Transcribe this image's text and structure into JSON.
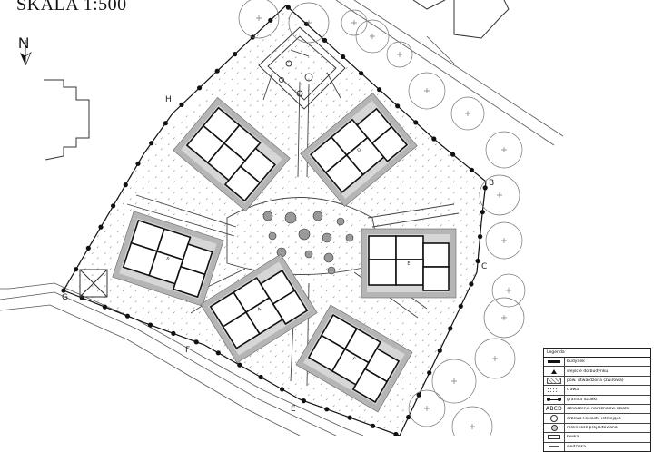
{
  "header": {
    "scale_label": "SKALA 1:500",
    "north_label": "N"
  },
  "site": {
    "buildings": [
      {
        "label": "",
        "angle": 40
      },
      {
        "label": "D",
        "angle": -40
      },
      {
        "label": "B",
        "angle": 18
      },
      {
        "label": "E",
        "angle": 0
      },
      {
        "label": "A",
        "angle": -32
      },
      {
        "label": "F",
        "angle": 30
      }
    ],
    "corner_labels": [
      "H",
      "G",
      "F",
      "E",
      "B",
      "C"
    ]
  },
  "legend": {
    "title": "Legenda",
    "items": [
      {
        "symbol": "bar",
        "label": "budynek"
      },
      {
        "symbol": "triangle",
        "label": "wejście do budynku"
      },
      {
        "symbol": "hatch",
        "label": "pow. utwardzona (żwirowa)"
      },
      {
        "symbol": "dots",
        "label": "trawa"
      },
      {
        "symbol": "line",
        "label": "granica działki"
      },
      {
        "symbol": "text",
        "label": "oznaczenie narożników działki",
        "symbol_text": "ABCD"
      },
      {
        "symbol": "circle",
        "label": "drzewo liściaste istniejące"
      },
      {
        "symbol": "circle-small",
        "label": "roślinność projektowana"
      },
      {
        "symbol": "bench",
        "label": "ławka"
      },
      {
        "symbol": "seat",
        "label": "siedziska"
      }
    ]
  }
}
